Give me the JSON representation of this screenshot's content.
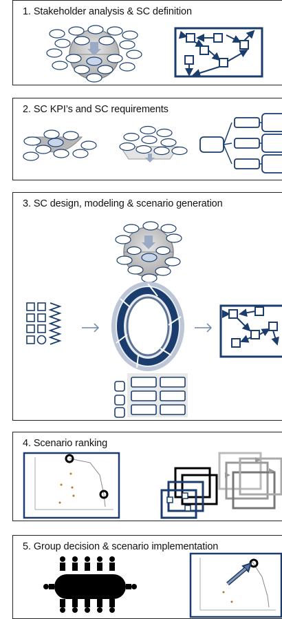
{
  "steps": [
    {
      "title": "1. Stakeholder analysis & SC definition"
    },
    {
      "title": "2. SC KPI’s and SC requirements"
    },
    {
      "title": "3. SC design, modeling & scenario generation"
    },
    {
      "title": "4. Scenario ranking"
    },
    {
      "title": "5. Group decision & scenario implementation"
    }
  ],
  "colors": {
    "navy": "#1a3d6e",
    "ellipse_fill": "#c9d6ea",
    "bowl": "#b7b7b7",
    "border": "#222222"
  },
  "icons": [
    "stakeholder-bowl-icon",
    "network-diagram-icon",
    "kpi-tree-icon",
    "circular-arrows-icon",
    "scatter-plot-icon",
    "meeting-table-icon"
  ]
}
